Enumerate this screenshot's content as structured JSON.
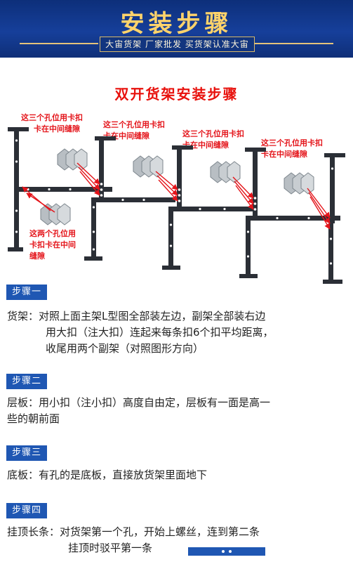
{
  "header": {
    "title": "安装步骤",
    "subtitle": "大宙货架 厂家批发 买货架认准大宙"
  },
  "diagram": {
    "title": "双开货架安装步骤",
    "notes": [
      {
        "line1": "这三个孔位用卡扣",
        "line2": "卡在中间缝隙"
      },
      {
        "line1": "这三个孔位用卡扣",
        "line2": "卡在中间缝隙"
      },
      {
        "line1": "这三个孔位用卡扣",
        "line2": "卡在中间缝隙"
      },
      {
        "line1": "这三个孔位用卡扣",
        "line2": "卡在中间缝隙"
      },
      {
        "line1": "这两个孔位用",
        "line2": "卡扣卡在中间",
        "line3": "缝隙"
      }
    ],
    "colors": {
      "frame": "#2b2f36",
      "hole": "#ffffff",
      "arrow": "#e4141a",
      "clip": "#9aa2a8"
    }
  },
  "steps": [
    {
      "badge": "步骤一",
      "label": "货架：",
      "lines": [
        "对照上面主架L型图全部装左边，副架全部装右边",
        "用大扣（注大扣）连起来每条扣6个扣平均距离，",
        "收尾用两个副架（对照图形方向）"
      ]
    },
    {
      "badge": "步骤二",
      "label": "层板：",
      "lines": [
        "用小扣（注小扣）高度自由定，层板有一面是高一",
        "些的朝前面"
      ]
    },
    {
      "badge": "步骤三",
      "label": "底板：",
      "lines": [
        "有孔的是底板，直接放货架里面地下"
      ]
    },
    {
      "badge": "步骤四",
      "label": "挂顶长条：",
      "lines": [
        "对货架第一个孔，开始上螺丝，连到第二条",
        "挂顶时驳平第一条"
      ]
    }
  ]
}
